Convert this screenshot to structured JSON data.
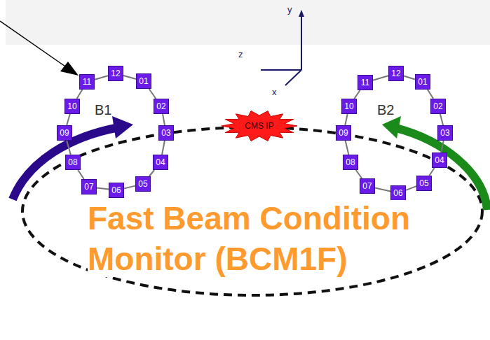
{
  "diagram": {
    "title": "Fast Beam Condition Monitor (BCM1F)",
    "nodes": [
      {
        "text": [
          "01"
        ]
      },
      {
        "text": [
          "02"
        ]
      },
      {
        "text": [
          "03"
        ]
      },
      {
        "text": [
          "04"
        ]
      },
      {
        "text": [
          "05"
        ]
      },
      {
        "text": [
          "06"
        ]
      },
      {
        "text": [
          "07"
        ]
      },
      {
        "text": [
          "08"
        ]
      },
      {
        "text": [
          "09"
        ]
      },
      {
        "text": [
          "10"
        ]
      },
      {
        "text": [
          "11"
        ]
      },
      {
        "text": [
          "12"
        ]
      },
      {
        "text": [
          "CMS IP"
        ]
      },
      {
        "text": [
          "01"
        ]
      },
      {
        "text": [
          "02"
        ]
      },
      {
        "text": [
          "03"
        ]
      },
      {
        "text": [
          "04"
        ]
      },
      {
        "text": [
          "05"
        ]
      },
      {
        "text": [
          "06"
        ]
      },
      {
        "text": [
          "07"
        ]
      },
      {
        "text": [
          "08"
        ]
      },
      {
        "text": [
          "09"
        ]
      },
      {
        "text": [
          "10"
        ]
      },
      {
        "text": [
          "11"
        ]
      },
      {
        "text": [
          "12"
        ]
      }
    ],
    "edges": [
      {
        "from": 0,
        "to": 1,
        "arrow": "none"
      },
      {
        "from": 1,
        "to": 2,
        "arrow": "none"
      },
      {
        "from": 2,
        "to": 3,
        "arrow": "none"
      },
      {
        "from": 3,
        "to": 4,
        "arrow": "none"
      },
      {
        "from": 4,
        "to": 5,
        "arrow": "none"
      },
      {
        "from": 5,
        "to": 6,
        "arrow": "none"
      },
      {
        "from": 6,
        "to": 7,
        "arrow": "none"
      },
      {
        "from": 7,
        "to": 8,
        "arrow": "none"
      },
      {
        "from": 8,
        "to": 9,
        "arrow": "none"
      },
      {
        "from": 9,
        "to": 10,
        "arrow": "none"
      },
      {
        "from": 10,
        "to": 11,
        "arrow": "none"
      },
      {
        "from": 11,
        "to": 0,
        "arrow": "none"
      },
      {
        "from": 13,
        "to": 14,
        "arrow": "none"
      },
      {
        "from": 14,
        "to": 15,
        "arrow": "none"
      },
      {
        "from": 15,
        "to": 16,
        "arrow": "none"
      },
      {
        "from": 16,
        "to": 17,
        "arrow": "none"
      },
      {
        "from": 17,
        "to": 18,
        "arrow": "none"
      },
      {
        "from": 18,
        "to": 19,
        "arrow": "none"
      },
      {
        "from": 19,
        "to": 20,
        "arrow": "none"
      },
      {
        "from": 20,
        "to": 21,
        "arrow": "none"
      },
      {
        "from": 21,
        "to": 22,
        "arrow": "none"
      },
      {
        "from": 22,
        "to": 23,
        "arrow": "none"
      },
      {
        "from": 23,
        "to": 24,
        "arrow": "none"
      },
      {
        "from": 24,
        "to": 13,
        "arrow": "none"
      }
    ],
    "labels": [
      "B1",
      "B2",
      "y",
      "z",
      "x"
    ]
  }
}
